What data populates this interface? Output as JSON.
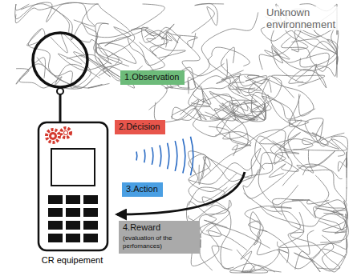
{
  "diagram": {
    "nodes": [
      {
        "text": [
          "1.Observation"
        ]
      },
      {
        "text": [
          "2.Décision"
        ]
      },
      {
        "text": [
          "3.Action"
        ]
      },
      {
        "text": [
          "4.Reward",
          "(evaluation of the perfomances)"
        ]
      },
      {
        "text": [
          "CR equipement"
        ]
      }
    ],
    "labels": [
      "Unknown environnement"
    ]
  }
}
